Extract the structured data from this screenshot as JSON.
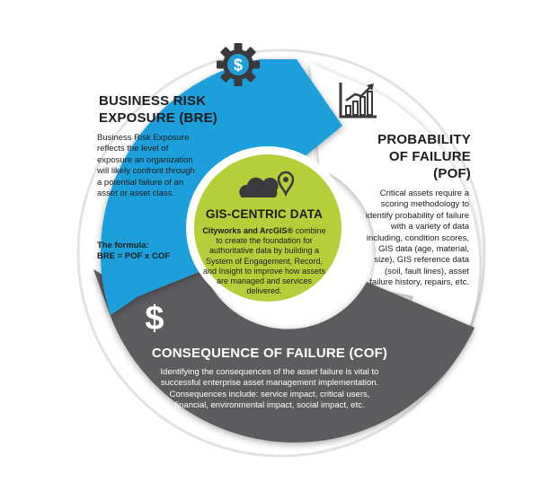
{
  "colors": {
    "bre_blue": "#1e9fda",
    "cof_gray": "#5b5c5e",
    "gis_green": "#b5cf3a",
    "icon_dark": "#3a3a3c",
    "border": "#e3e3e3"
  },
  "bre": {
    "title_line1": "BUSINESS RISK",
    "title_line2": "EXPOSURE (BRE)",
    "body": "Business Risk Exposure reflects the level of exposure an organization will likely confront through a potential failure of an asset or asset class.",
    "formula_label": "The formula:",
    "formula": "BRE = POF x COF",
    "icon": "gear-dollar-icon"
  },
  "pof": {
    "title_line1": "PROBABILITY",
    "title_line2": "OF FAILURE",
    "title_line3": "(POF)",
    "body": "Critical assets require a scoring methodology to identify probability of failure with a variety of data including, condition scores, GIS data (age, material, size), GIS reference data (soil, fault lines), asset failure history, repairs, etc.",
    "icon": "bar-chart-growth-icon"
  },
  "gis": {
    "title": "GIS-CENTRIC DATA",
    "body_bold": "Cityworks and ArcGIS®",
    "body_rest": " combine to create the foundation for authoritative data by  building a System of Engagement, Record, and Insight to improve how assets are managed and services delivered.",
    "icon": "cloud-location-icon"
  },
  "cof": {
    "title": "CONSEQUENCE OF FAILURE (COF)",
    "body": "Identifying the consequences of the asset failure is vital to successful enterprise asset management implementation. Consequences include: service impact, critical users, financial, environmental impact, social impact, etc.",
    "icon": "dollar-sign-icon",
    "icon_glyph": "$"
  }
}
